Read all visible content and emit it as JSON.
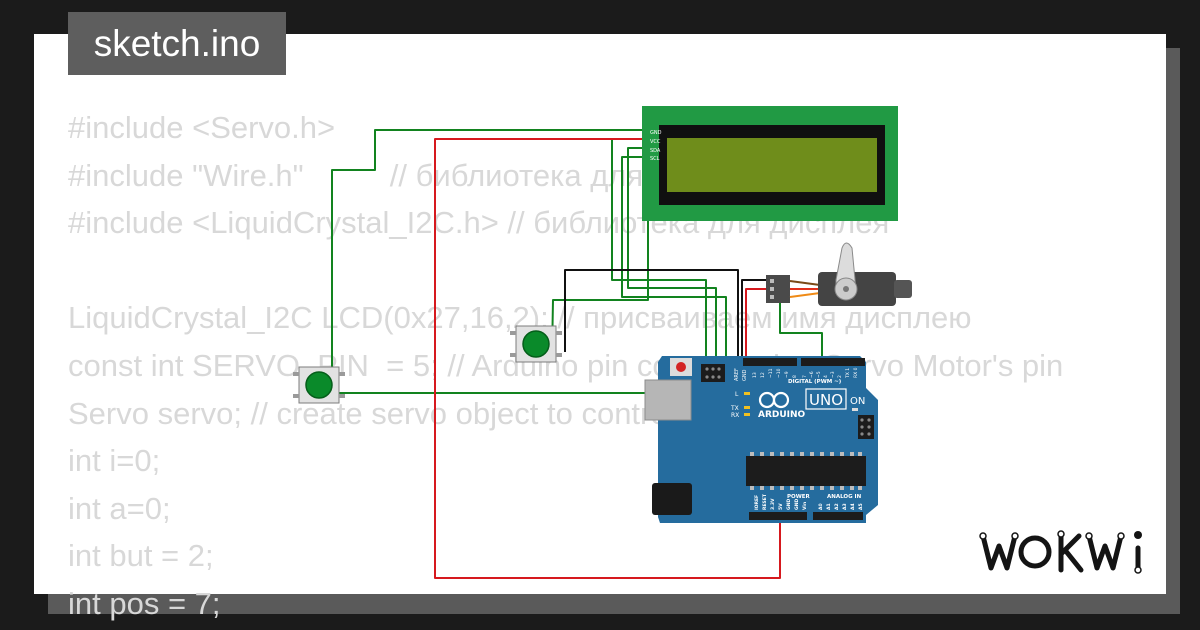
{
  "header": {
    "file_name": "sketch.ino"
  },
  "code": {
    "lines": [
      "#include <Servo.h>",
      "#include \"Wire.h\"          // библиотека для работы с I2C",
      "#include <LiquidCrystal_I2C.h> // библиотека для дисплея",
      "",
      "LiquidCrystal_I2C LCD(0x27,16,2); // присваиваем имя дисплею",
      "const int SERVO_PIN  = 5; // Arduino pin connected to Servo Motor's pin",
      "Servo servo; // create servo object to control a servo",
      "int i=0;",
      "int a=0;",
      "int but = 2;",
      "int pos = 7;"
    ]
  },
  "lcd": {
    "pin_labels": [
      "GND",
      "VCC",
      "SDA",
      "SCL"
    ]
  },
  "arduino": {
    "brand": "ARDUINO",
    "model": "UNO",
    "on_label": "ON",
    "digital_header": "DIGITAL (PWM ~)",
    "power_header": "POWER",
    "analog_header": "ANALOG IN",
    "aref_label": "AREF",
    "gnd_label": "GND",
    "l_label": "L",
    "tx_label": "TX",
    "rx_label": "RX",
    "power_pins": [
      "IOREF",
      "RESET",
      "3.3V",
      "5V",
      "GND",
      "GND",
      "Vin"
    ],
    "analog_pins": [
      "A0",
      "A1",
      "A2",
      "A3",
      "A4",
      "A5"
    ],
    "digital_pins": [
      "13",
      "12",
      "~11",
      "~10",
      "~9",
      "8",
      "7",
      "~6",
      "~5",
      "4",
      "~3",
      "2",
      "TX 1",
      "RX 0"
    ]
  },
  "brand": {
    "logo_text": "WOKWi"
  },
  "colors": {
    "wire_green": "#12831f",
    "wire_black": "#111111",
    "wire_red": "#d6191e",
    "board_blue": "#256c9e",
    "lcd_green": "#219a44",
    "lcd_screen": "#6f8d1b",
    "button_green": "#0a8a2a"
  }
}
